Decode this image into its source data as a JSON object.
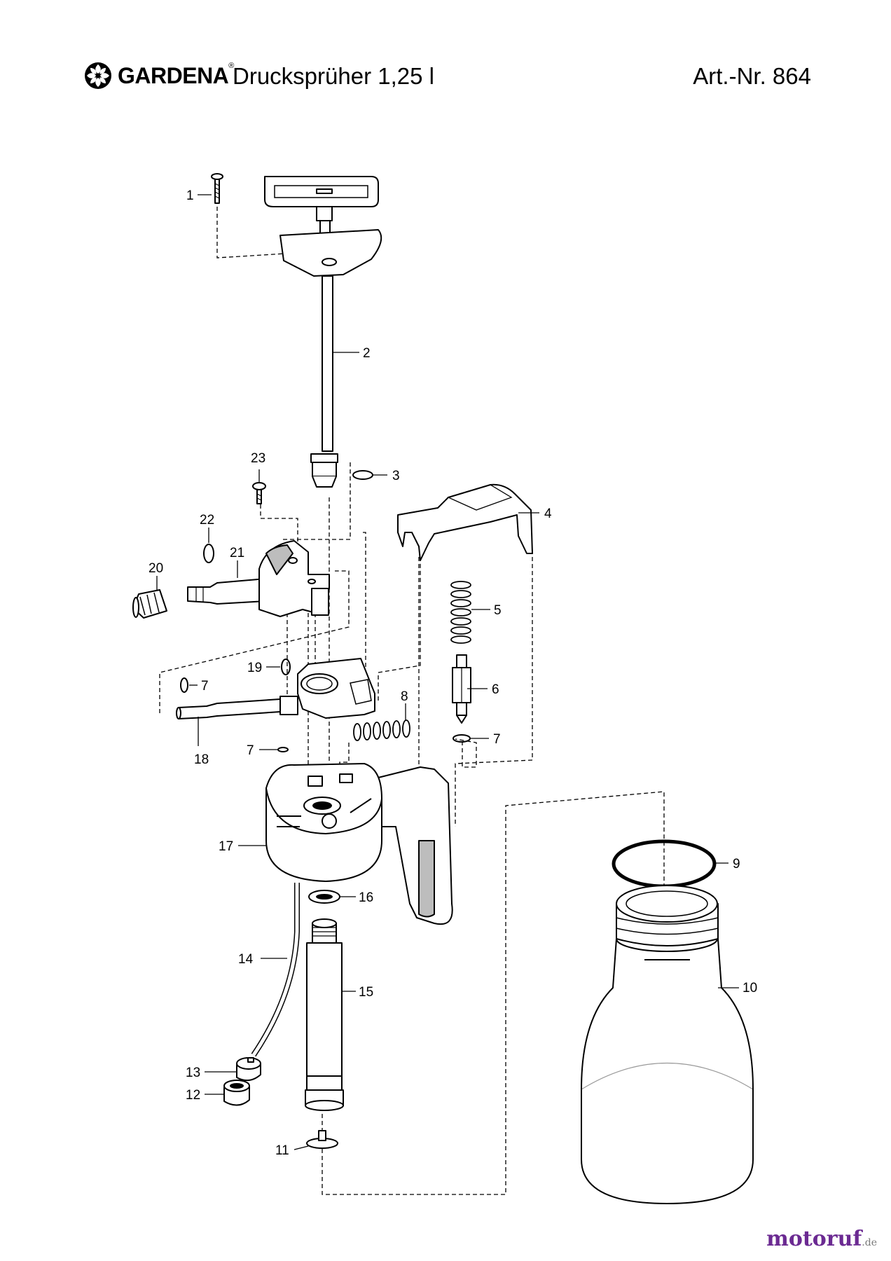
{
  "header": {
    "brand": "GARDENA",
    "registered": "®",
    "product": "Drucksprüher 1,25 l",
    "art_nr": "Art.-Nr. 864"
  },
  "callouts": {
    "p1": "1",
    "p2": "2",
    "p3": "3",
    "p4": "4",
    "p5": "5",
    "p6": "6",
    "p7a": "7",
    "p7b": "7",
    "p7c": "7",
    "p8": "8",
    "p9": "9",
    "p10": "10",
    "p11": "11",
    "p12": "12",
    "p13": "13",
    "p14": "14",
    "p15": "15",
    "p16": "16",
    "p17": "17",
    "p18": "18",
    "p19": "19",
    "p20": "20",
    "p21": "21",
    "p22": "22",
    "p23": "23"
  },
  "watermark": {
    "name": "motoruf",
    "tld": ".de"
  }
}
